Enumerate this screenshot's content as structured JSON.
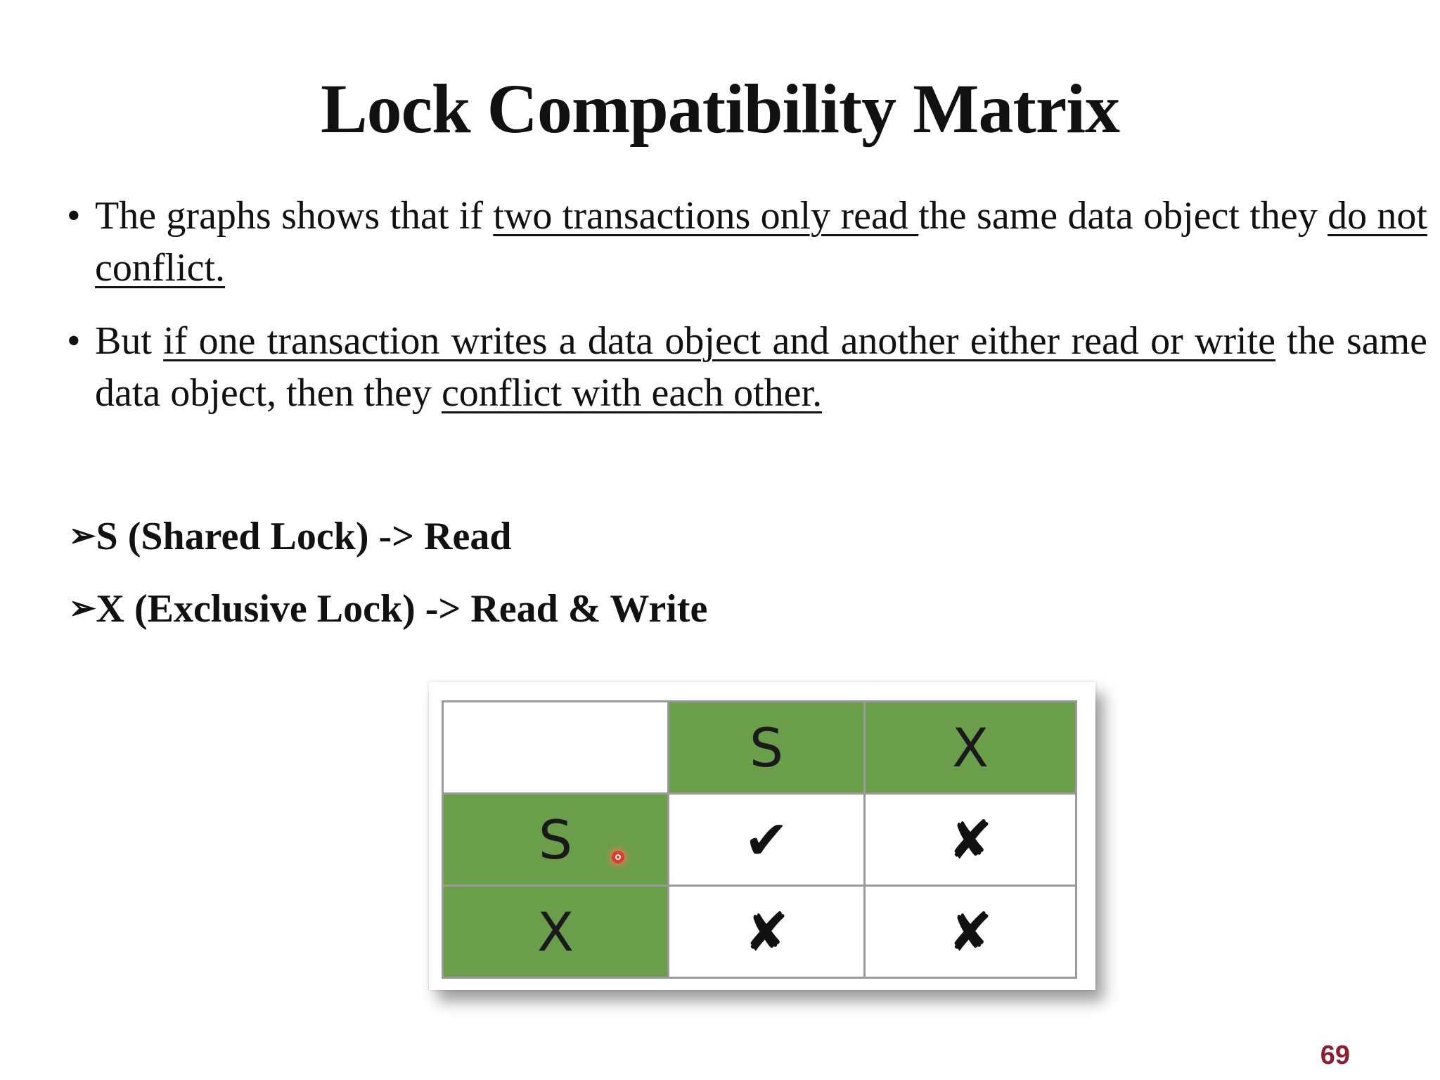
{
  "slide": {
    "title": "Lock Compatibility Matrix",
    "page_number": "69"
  },
  "bullets": [
    {
      "marker": "•",
      "segments": [
        {
          "text": "The graphs shows that if ",
          "underline": false
        },
        {
          "text": "two transactions only read ",
          "underline": true
        },
        {
          "text": "the same data object they ",
          "underline": false
        },
        {
          "text": "do not conflict.",
          "underline": true
        }
      ]
    },
    {
      "marker": "•",
      "segments": [
        {
          "text": "But ",
          "underline": false
        },
        {
          "text": "if one transaction writes a data object and another either read or write",
          "underline": true
        },
        {
          "text": " the same data object, then they ",
          "underline": false
        },
        {
          "text": "conflict with each other.",
          "underline": true
        }
      ]
    }
  ],
  "definitions": [
    {
      "marker": "➢",
      "text": "S (Shared Lock) -> Read"
    },
    {
      "marker": "➢",
      "text": "X (Exclusive Lock) -> Read & Write"
    }
  ],
  "matrix": {
    "corner": "",
    "column_headers": [
      "S",
      "X"
    ],
    "rows": [
      {
        "header": "S",
        "cells": [
          "✔",
          "✘"
        ]
      },
      {
        "header": "X",
        "cells": [
          "✘",
          "✘"
        ]
      }
    ],
    "colors": {
      "header_fill": "#6a9e4b",
      "cell_fill": "#ffffff",
      "grid": "#9a9a9a"
    }
  },
  "colors": {
    "page_number": "#8b1e2e",
    "pointer": "#e23a2c"
  }
}
